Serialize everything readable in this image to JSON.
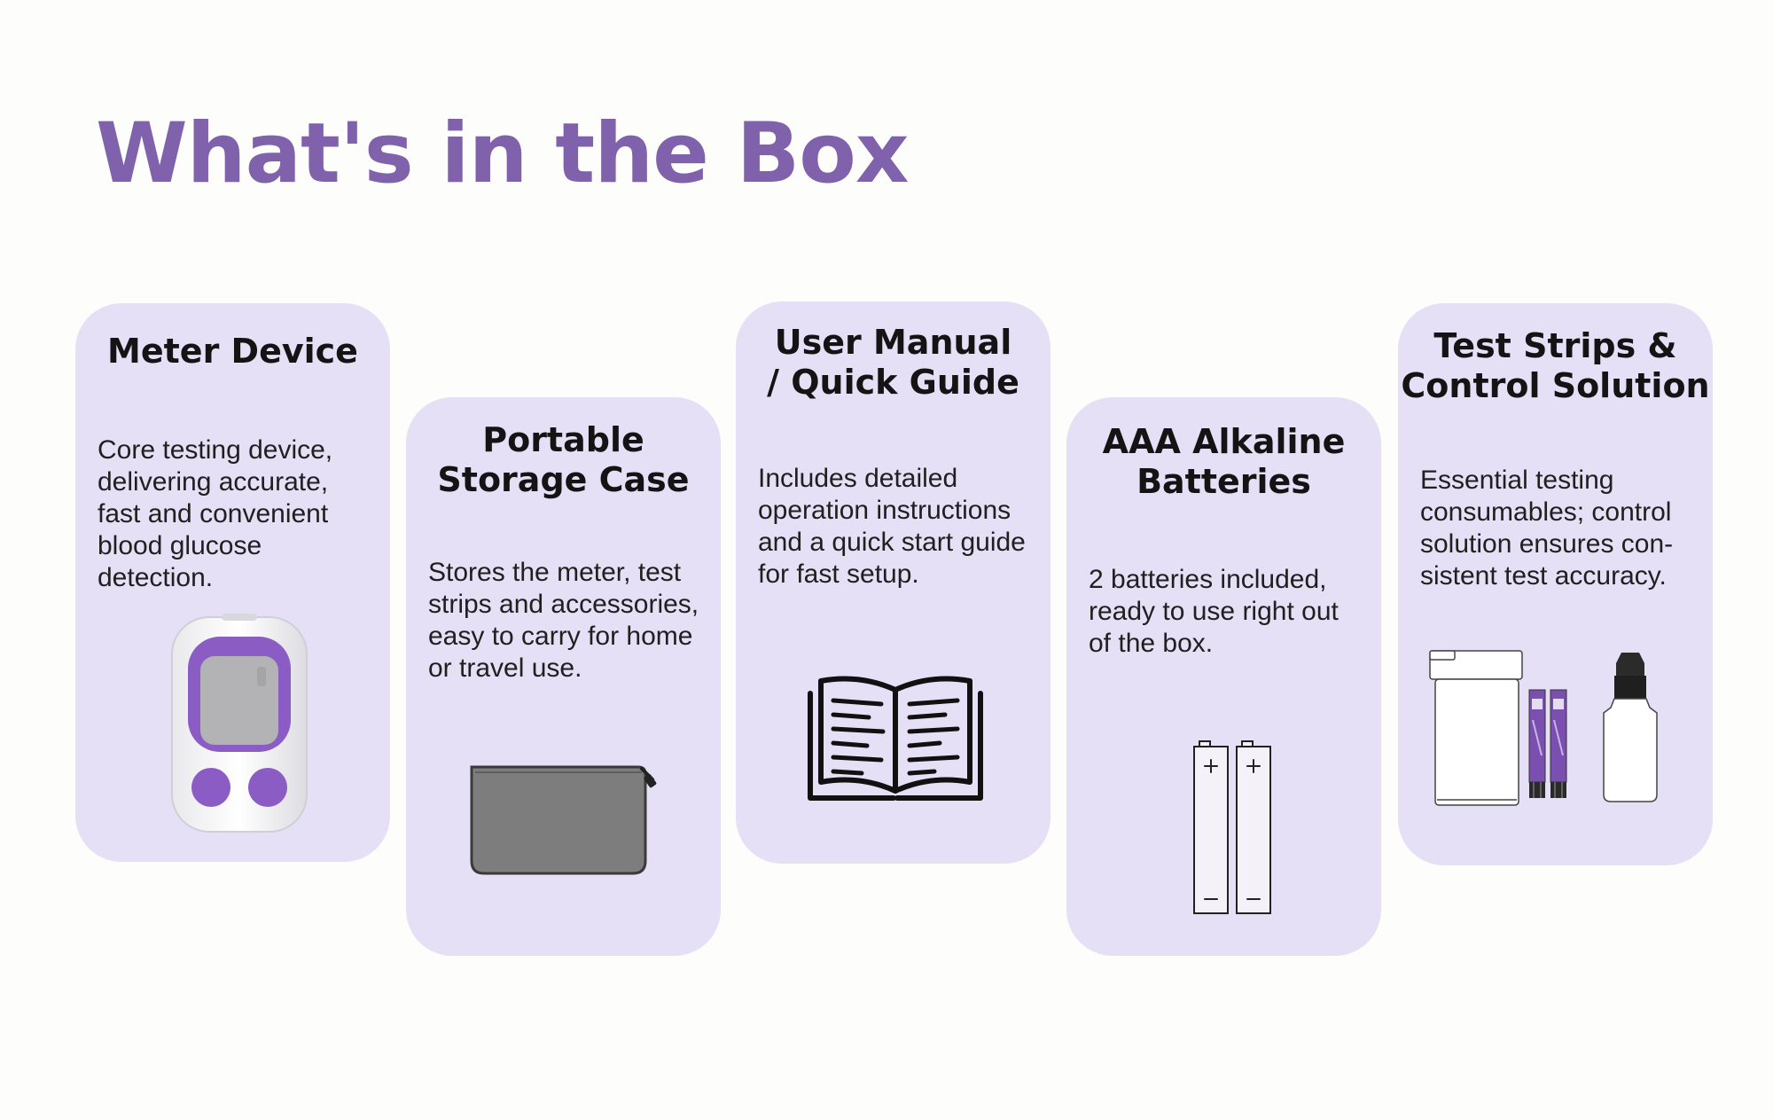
{
  "page": {
    "title": "What's in the Box"
  },
  "cards": [
    {
      "title": "Meter Device",
      "description": "Core testing device, delivering accurate, fast and convenient blood glucose detection.",
      "illustration": "glucose-meter-icon"
    },
    {
      "title": "Portable\nStorage Case",
      "description": "Stores the meter, test strips and accessories, easy to carry for home or travel use.",
      "illustration": "zipper-case-icon"
    },
    {
      "title": "User Manual\n/ Quick Guide",
      "description": "Includes detailed operation instructions and a quick start guide for fast setup.",
      "illustration": "open-book-icon"
    },
    {
      "title": "AAA Alkaline\nBatteries",
      "description": "2 batteries included, ready to use right out of the box.",
      "illustration": "batteries-icon"
    },
    {
      "title": "Test Strips &\nControl Solution",
      "description": "Essential testing consumables; control solution ensures con-sistent test accuracy.",
      "illustration": "test-strips-and-vial-icon"
    }
  ],
  "colors": {
    "title": "#8061ab",
    "card_background": "#e5e0f5",
    "accent_purple": "#8a5cc4",
    "case_grey": "#808080"
  }
}
